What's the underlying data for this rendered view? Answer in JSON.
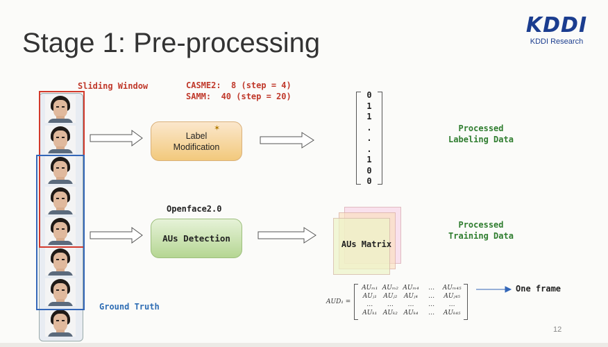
{
  "slide": {
    "title": "Stage 1: Pre-processing",
    "page_number": "12"
  },
  "logo": {
    "mark": "KDDI",
    "subtitle": "KDDI Research"
  },
  "sliding": {
    "label": "Sliding Window",
    "casme": "CASME2:  8 (step = 4)",
    "samm": "SAMM:  40 (step = 20)"
  },
  "ground_truth": "Ground Truth",
  "label_box": {
    "line1": "Label",
    "line2": "Modification"
  },
  "openface": "Openface2.0",
  "aus_box": "AUs Detection",
  "vector": [
    "0",
    "1",
    "1",
    ".",
    ".",
    ".",
    "1",
    "0",
    "0"
  ],
  "processed_labeling": {
    "line1": "Processed",
    "line2": "Labeling Data"
  },
  "processed_training": {
    "line1": "Processed",
    "line2": "Training Data"
  },
  "aus_matrix": "AUs Matrix",
  "formula": {
    "lhs": "AUD₁ =",
    "rows": [
      [
        "AUₘ₁",
        "AUₘ₂",
        "AUₘ₄",
        "…",
        "AUₘ₄₅"
      ],
      [
        "AUⱼ₁",
        "AUⱼ₂",
        "AUⱼ₄",
        "…",
        "AUⱼ₄₅"
      ],
      [
        "…",
        "…",
        "…",
        "…",
        "…"
      ],
      [
        "AUₖ₁",
        "AUₖ₂",
        "AUₖ₄",
        "…",
        "AUₖ₄₅"
      ]
    ]
  },
  "one_frame": "One frame",
  "colors": {
    "red": "#d33a2c",
    "blue": "#3366b8",
    "green": "#2f7d2f",
    "brand": "#1b3d8f"
  }
}
